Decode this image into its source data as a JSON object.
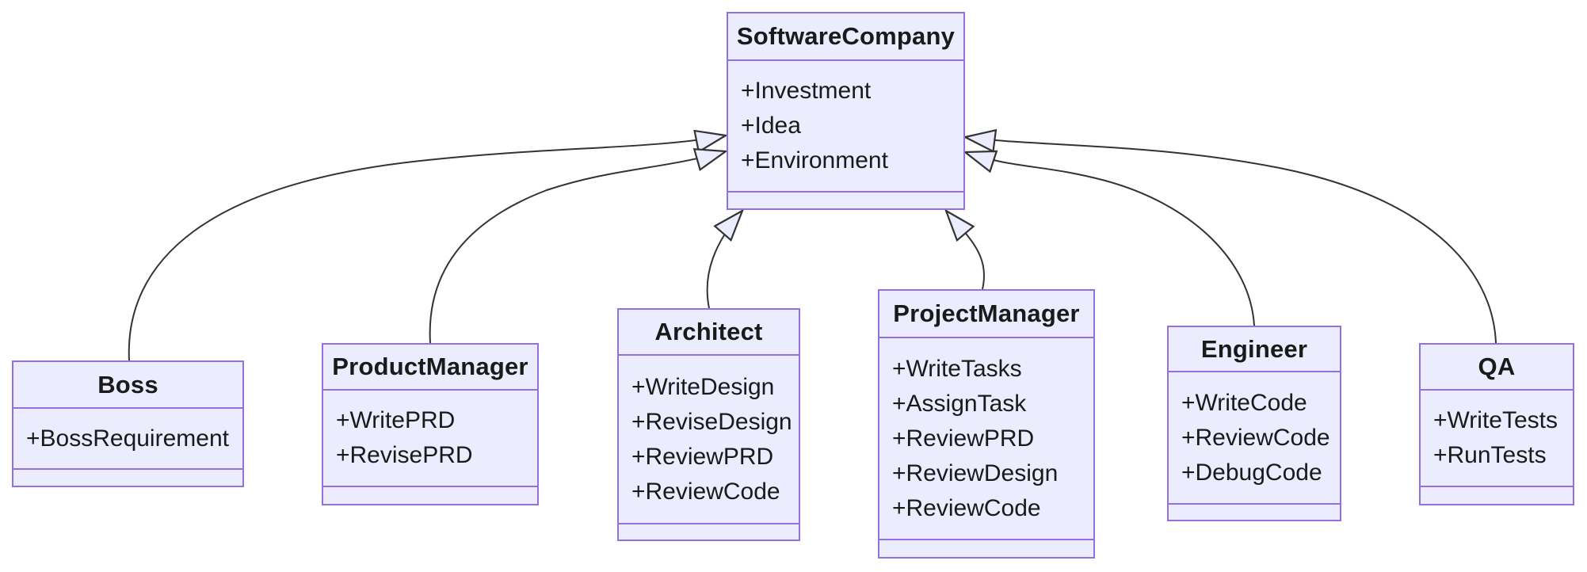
{
  "diagram": {
    "type": "uml-class-inheritance",
    "colors": {
      "background": "#FFFFFF",
      "node_fill": "#ECECFF",
      "node_border": "#9370DB",
      "edge_color": "#333333",
      "text_color": "#1A1A1A"
    },
    "classes": [
      {
        "name": "SoftwareCompany",
        "attributes": [
          "+Investment",
          "+Idea",
          "+Environment"
        ],
        "methods": []
      },
      {
        "name": "Boss",
        "attributes": [
          "+BossRequirement"
        ],
        "methods": []
      },
      {
        "name": "ProductManager",
        "attributes": [
          "+WritePRD",
          "+RevisePRD"
        ],
        "methods": []
      },
      {
        "name": "Architect",
        "attributes": [
          "+WriteDesign",
          "+ReviseDesign",
          "+ReviewPRD",
          "+ReviewCode"
        ],
        "methods": []
      },
      {
        "name": "ProjectManager",
        "attributes": [
          "+WriteTasks",
          "+AssignTask",
          "+ReviewPRD",
          "+ReviewDesign",
          "+ReviewCode"
        ],
        "methods": []
      },
      {
        "name": "Engineer",
        "attributes": [
          "+WriteCode",
          "+ReviewCode",
          "+DebugCode"
        ],
        "methods": []
      },
      {
        "name": "QA",
        "attributes": [
          "+WriteTests",
          "+RunTests"
        ],
        "methods": []
      }
    ],
    "relations": [
      {
        "from": "Boss",
        "to": "SoftwareCompany",
        "type": "inheritance"
      },
      {
        "from": "ProductManager",
        "to": "SoftwareCompany",
        "type": "inheritance"
      },
      {
        "from": "Architect",
        "to": "SoftwareCompany",
        "type": "inheritance"
      },
      {
        "from": "ProjectManager",
        "to": "SoftwareCompany",
        "type": "inheritance"
      },
      {
        "from": "Engineer",
        "to": "SoftwareCompany",
        "type": "inheritance"
      },
      {
        "from": "QA",
        "to": "SoftwareCompany",
        "type": "inheritance"
      }
    ]
  }
}
